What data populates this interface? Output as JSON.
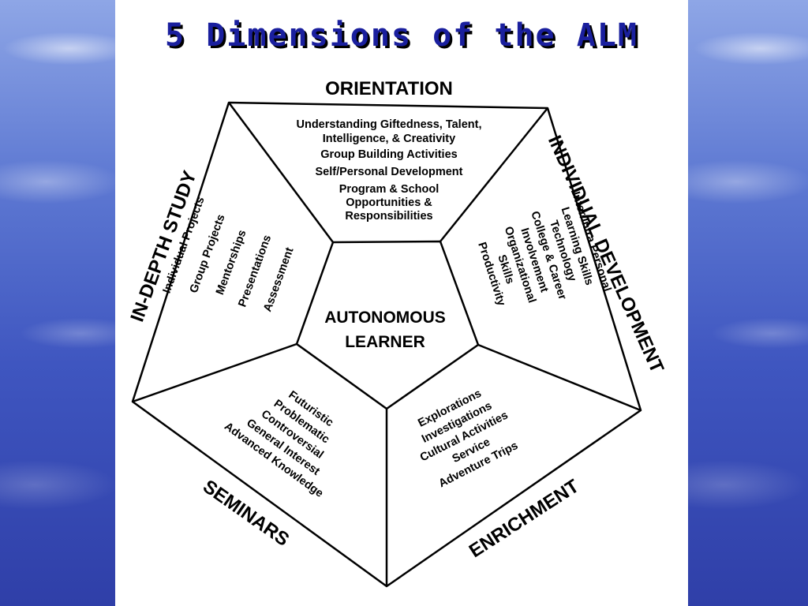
{
  "title": "5 Dimensions of the ALM",
  "center": {
    "line1": "AUTONOMOUS",
    "line2": "LEARNER"
  },
  "sections": {
    "orientation": {
      "heading": "ORIENTATION",
      "items": [
        "Understanding Giftedness, Talent,",
        "Intelligence, & Creativity",
        "Group Building Activities",
        "Self/Personal Development",
        "Program & School",
        "Opportunities &",
        "Responsibilities"
      ]
    },
    "individual_development": {
      "heading": "INDIVIDUAL DEVELOPMENT",
      "items": [
        "Inter/Intra Personal",
        "Learning Skills",
        "Technology",
        "College & Career",
        "Involvement",
        "Organizational",
        "Skills",
        "Productivity"
      ]
    },
    "enrichment": {
      "heading": "ENRICHMENT",
      "items": [
        "Explorations",
        "Investigations",
        "Cultural Activities",
        "Service",
        "Adventure Trips"
      ]
    },
    "seminars": {
      "heading": "SEMINARS",
      "items": [
        "Futuristic",
        "Problematic",
        "Controversial",
        "General Interest",
        "Advanced Knowledge"
      ]
    },
    "in_depth_study": {
      "heading": "IN-DEPTH STUDY",
      "items": [
        "Individual Projects",
        "Group Projects",
        "Mentorships",
        "Presentations",
        "Assessment"
      ]
    }
  }
}
